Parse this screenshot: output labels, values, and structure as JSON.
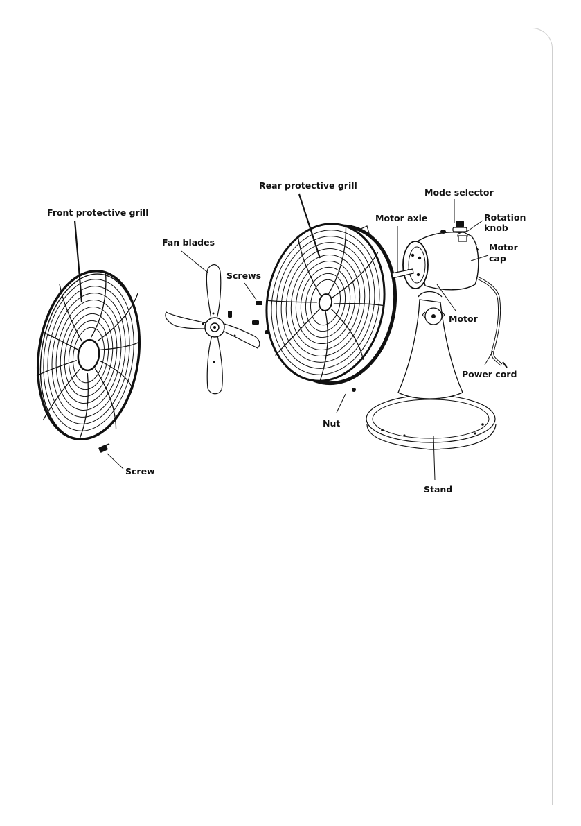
{
  "labels": {
    "front_grill": "Front protective grill",
    "fan_blades": "Fan blades",
    "screws": "Screws",
    "screw": "Screw",
    "rear_grill": "Rear protective grill",
    "nut": "Nut",
    "motor_axle": "Motor axle",
    "mode_selector": "Mode selector",
    "rotation_1": "Rotation",
    "rotation_2": "knob",
    "motor_cap_1": "Motor",
    "motor_cap_2": "cap",
    "motor": "Motor",
    "power_cord": "Power cord",
    "stand": "Stand"
  },
  "colors": {
    "ink": "#111111",
    "frame": "#cfcfcf"
  }
}
